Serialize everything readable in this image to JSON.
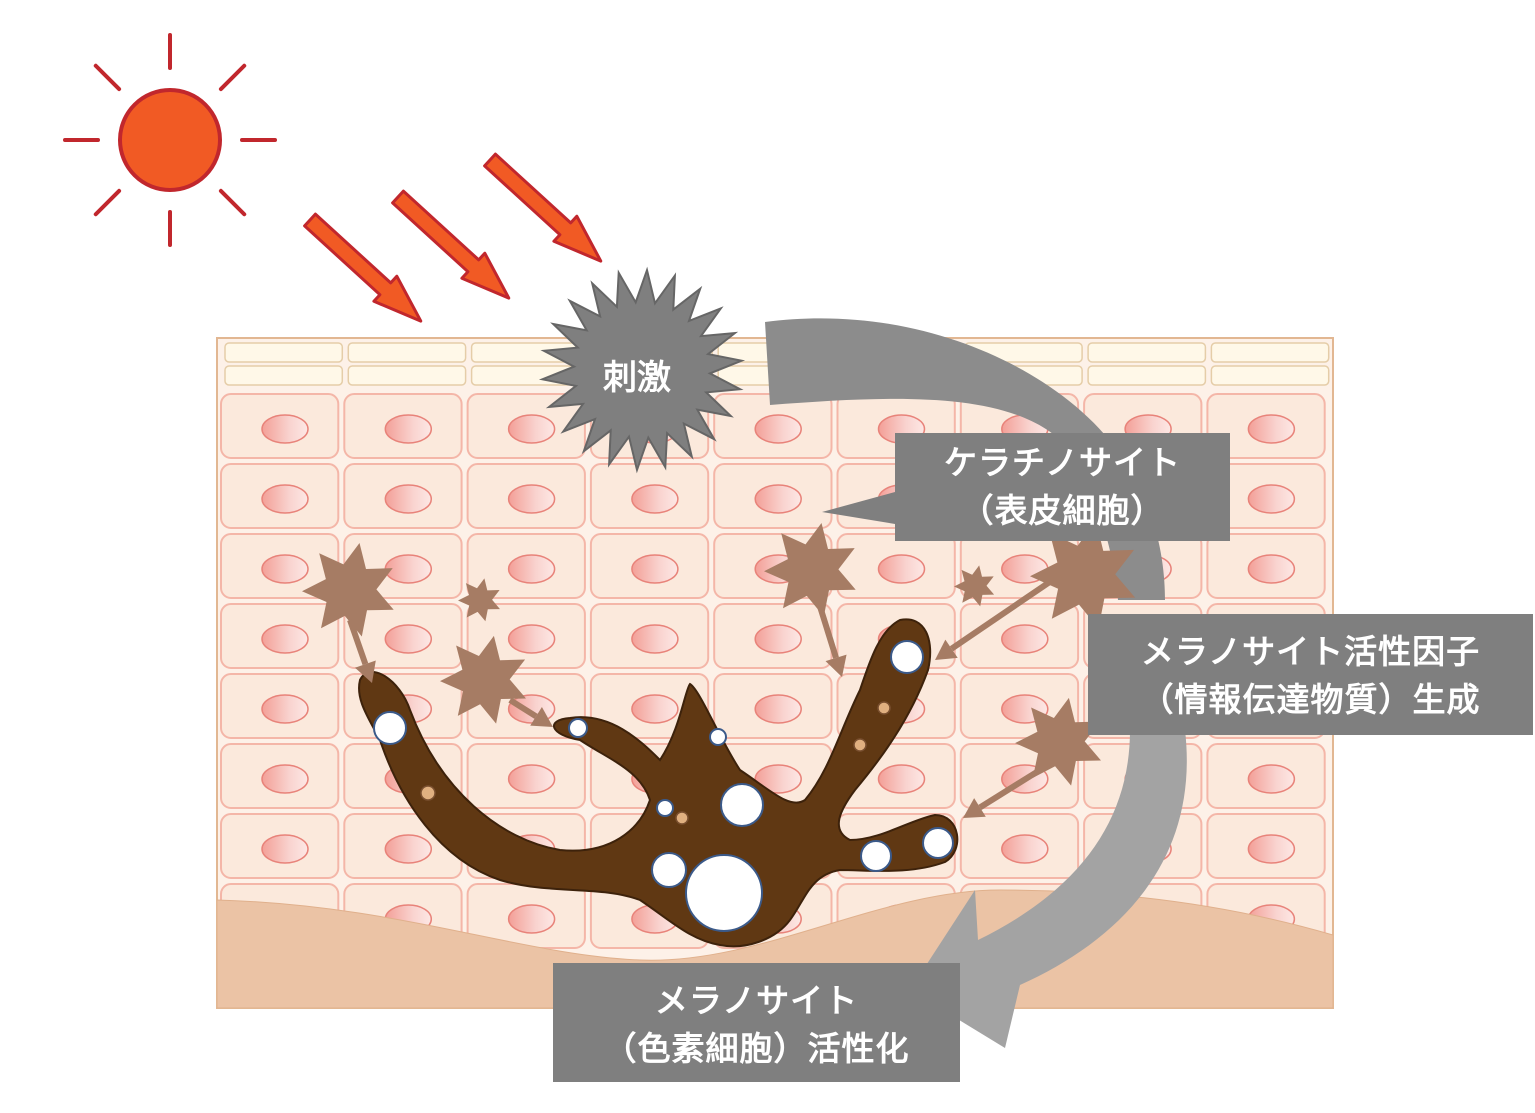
{
  "stimulus_label": "刺激",
  "keratinocyte": {
    "line1": "ケラチノサイト",
    "line2": "（表皮細胞）"
  },
  "factor": {
    "line1": "メラノサイト活性因子",
    "line2": "（情報伝達物質）生成"
  },
  "melanocyte": {
    "line1": "メラノサイト",
    "line2": "（色素細胞）活性化"
  },
  "colors": {
    "sun": "#f15a24",
    "sun_stroke": "#c1272d",
    "ray_arrow": "#f15a24",
    "cell_border": "#f4b6a8",
    "cell_fill": "#fbe9dc",
    "nucleus": "#f7c4bd",
    "dermis": "#ebc3a5",
    "melanocyte": "#603813",
    "factor_star": "#a67c64",
    "label_bg": "#7f7f7f",
    "cycle_arrow": "#8c8c8c"
  }
}
